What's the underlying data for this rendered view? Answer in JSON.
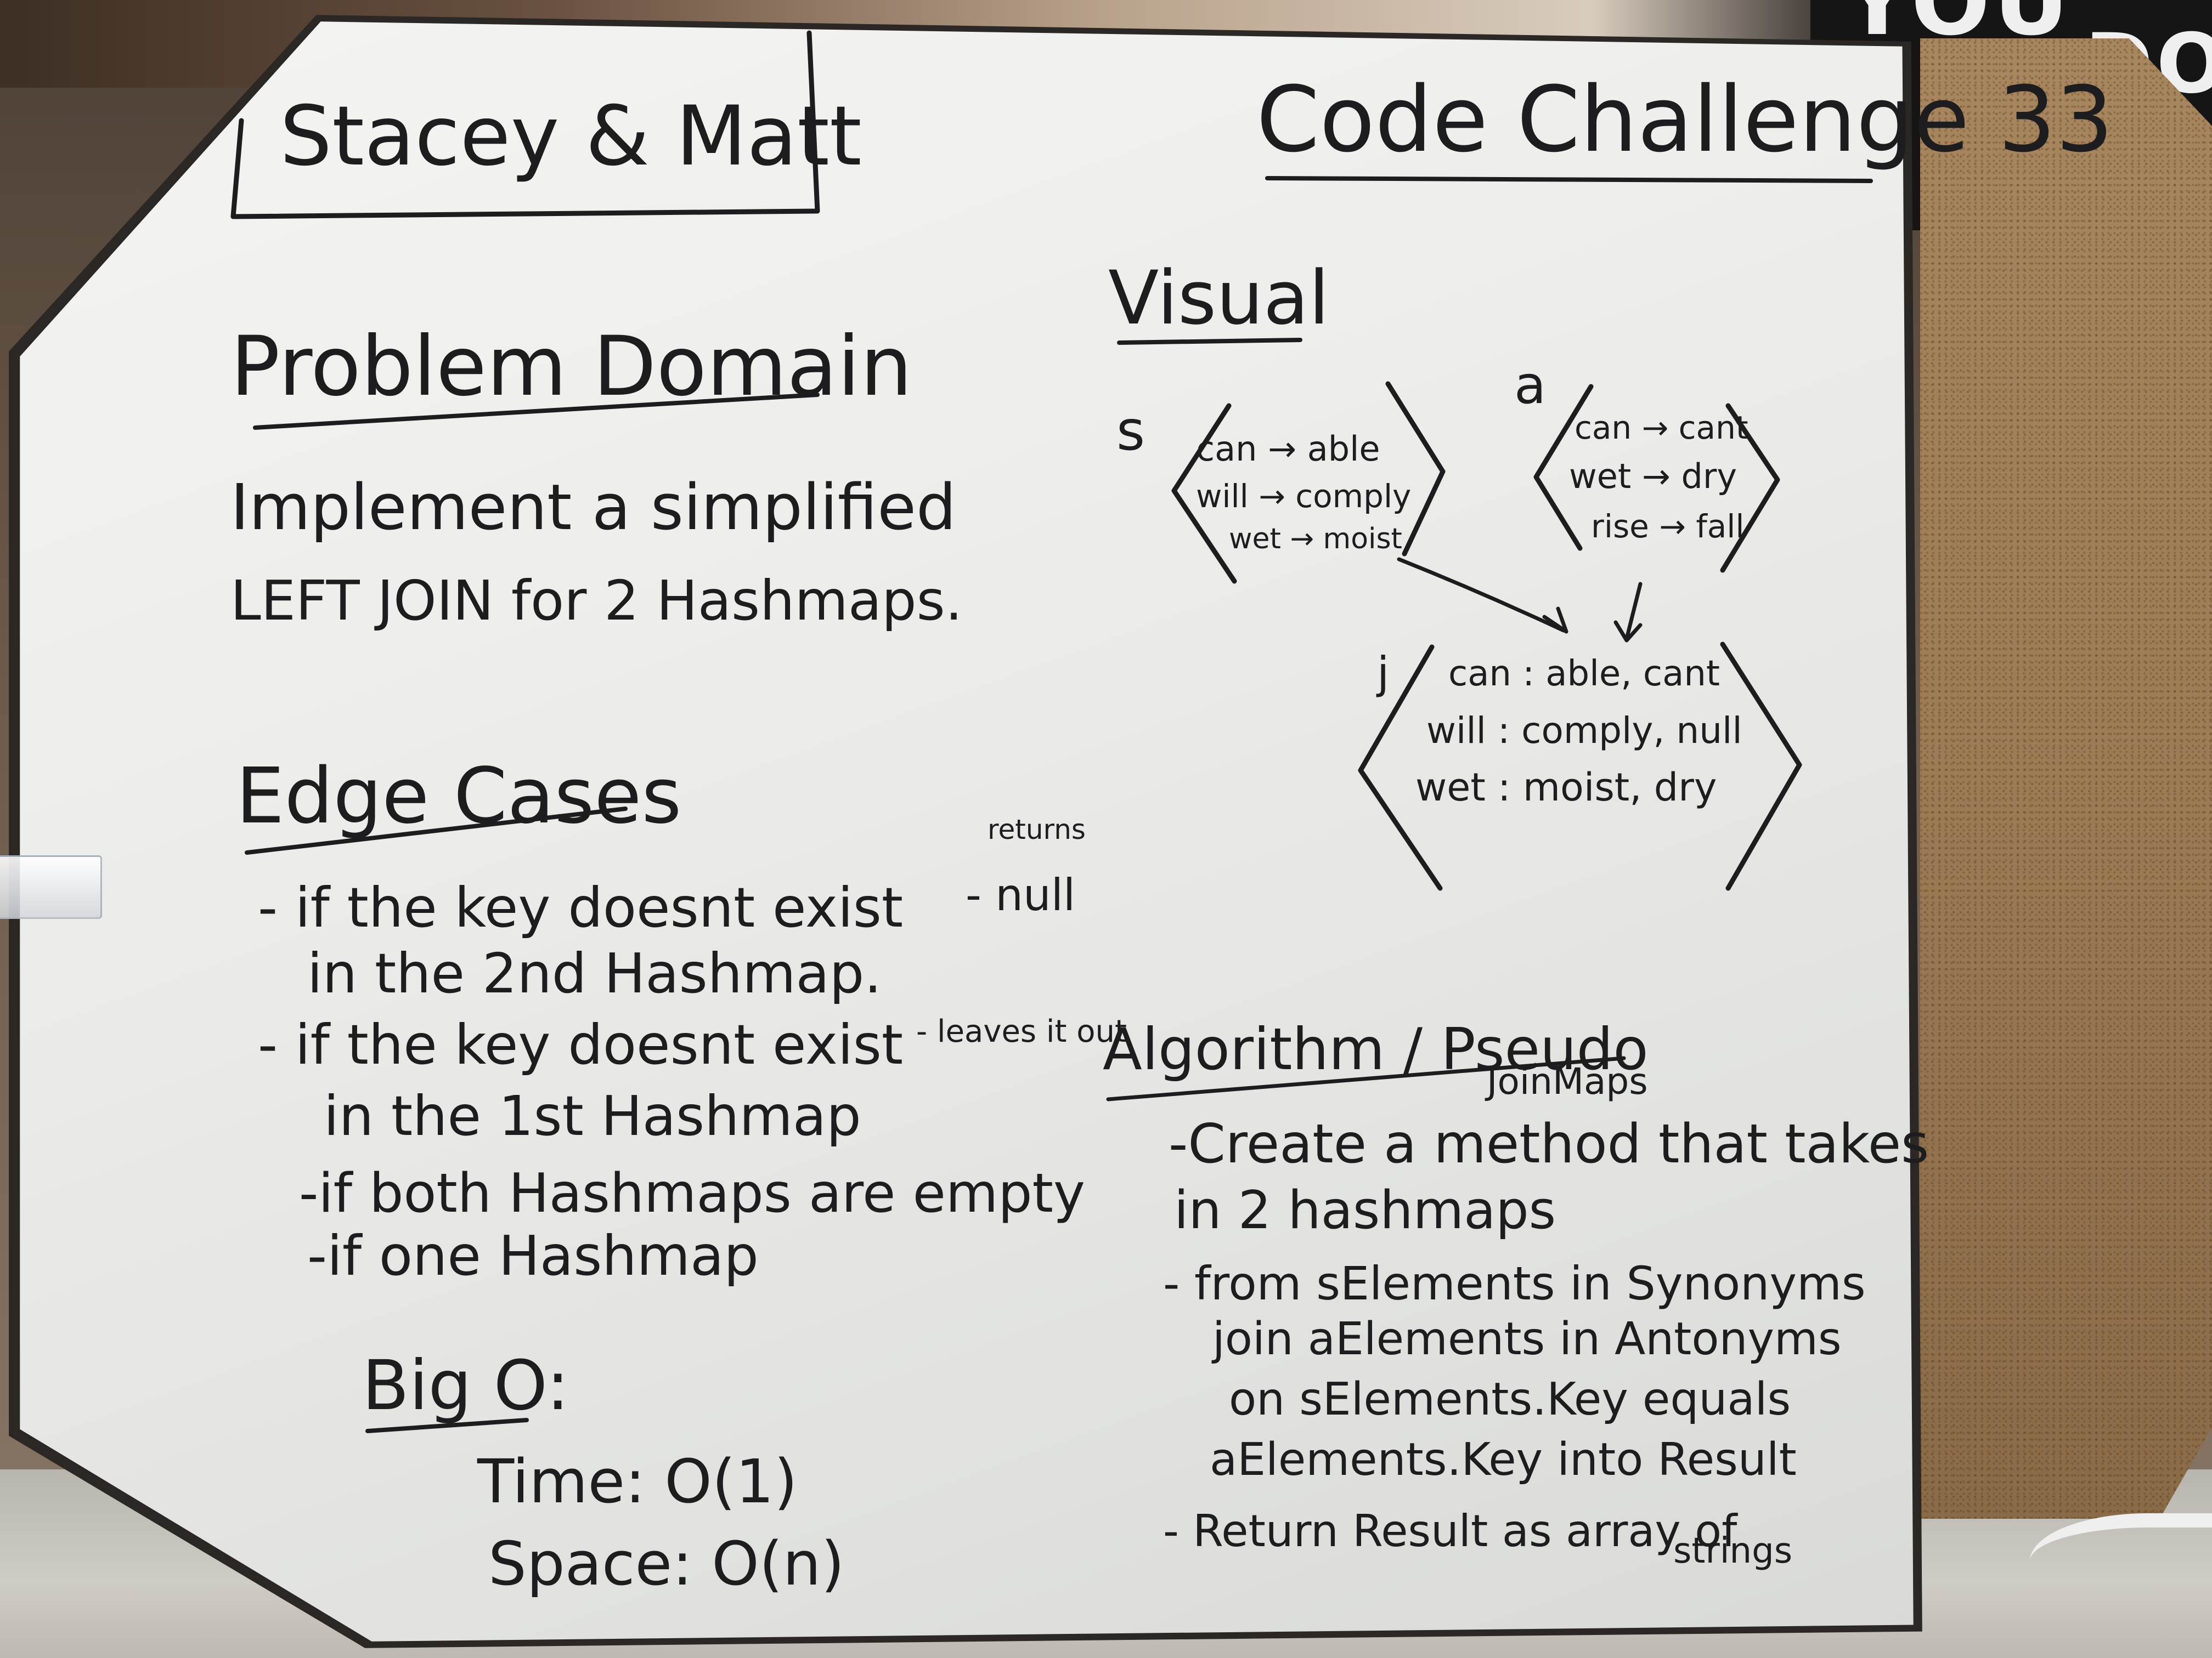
{
  "background_sign": {
    "line1": "YOU",
    "line2": "DO"
  },
  "whiteboard": {
    "names": "Stacey & Matt",
    "title": "Code Challenge 33",
    "problem_domain": {
      "heading": "Problem Domain",
      "line1": "Implement a simplified",
      "line2": "LEFT JOIN for 2 Hashmaps."
    },
    "edge_cases": {
      "heading": "Edge Cases",
      "items": [
        {
          "line1": "- if the key doesnt exist",
          "line2": "in the 2nd Hashmap.",
          "note": "- null",
          "note_above": "returns"
        },
        {
          "line1": "- if the key doesnt exist",
          "line2": "in the 1st Hashmap",
          "note": "- leaves it out"
        },
        {
          "line1": "-if both Hashmaps are empty"
        },
        {
          "line1": "-if one Hashmap"
        }
      ]
    },
    "big_o": {
      "heading": "Big O:",
      "time": "Time: O(1)",
      "space": "Space: O(n)"
    },
    "visual": {
      "heading": "Visual",
      "s": {
        "label": "s",
        "rows": [
          "can → able",
          "will → comply",
          "wet → moist"
        ]
      },
      "a": {
        "label": "a",
        "rows": [
          "can → cant",
          "wet → dry",
          "rise → fall"
        ]
      },
      "j": {
        "label": "j",
        "rows": [
          "can : able, cant",
          "will : comply, null",
          "wet : moist, dry"
        ]
      }
    },
    "algorithm": {
      "heading": "Algorithm / Pseudo",
      "method_name": "JoinMaps",
      "lines": [
        "-Create a method that takes",
        "in 2 hashmaps",
        "- from sElements in Synonyms",
        "join aElements in Antonyms",
        "on sElements.Key equals",
        "aElements.Key into Result",
        "- Return Result as array of",
        "strings"
      ]
    }
  }
}
